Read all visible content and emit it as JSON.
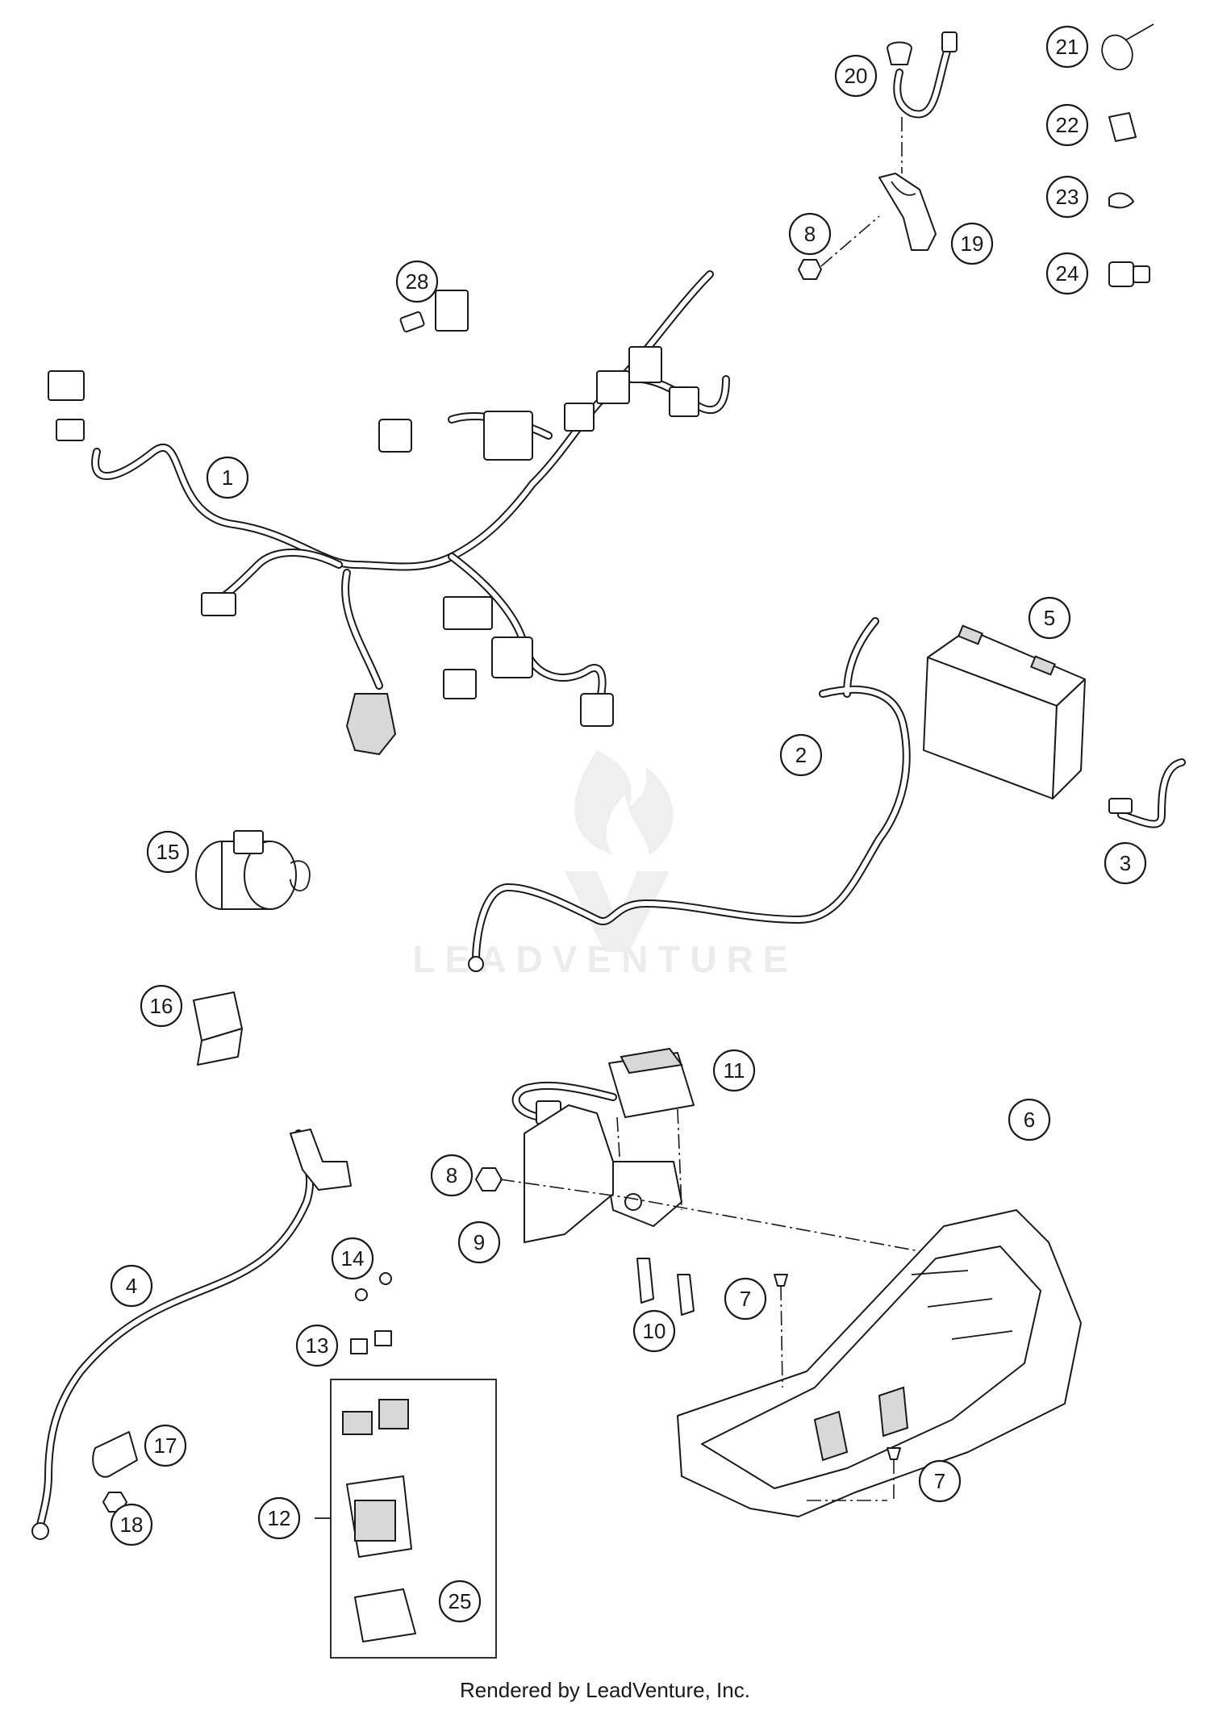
{
  "watermark": {
    "text": "LEADVENTURE"
  },
  "footer": {
    "credit": "Rendered by LeadVenture, Inc."
  },
  "callouts": {
    "c1": "1",
    "c2": "2",
    "c3": "3",
    "c4": "4",
    "c5": "5",
    "c6": "6",
    "c7a": "7",
    "c7b": "7",
    "c8a": "8",
    "c8b": "8",
    "c9": "9",
    "c10": "10",
    "c11": "11",
    "c12": "12",
    "c13": "13",
    "c14": "14",
    "c15": "15",
    "c16": "16",
    "c17": "17",
    "c18": "18",
    "c19": "19",
    "c20": "20",
    "c21": "21",
    "c22": "22",
    "c23": "23",
    "c24": "24",
    "c25": "25",
    "c28": "28"
  },
  "colors": {
    "line": "#1a1a1a",
    "watermark": "#ececec",
    "background": "#ffffff"
  }
}
